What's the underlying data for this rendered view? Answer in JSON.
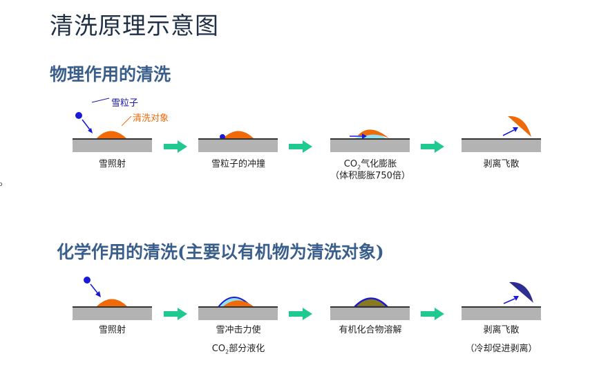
{
  "title": "清洗原理示意图",
  "section1": {
    "heading": "物理作用的清洗",
    "labels": {
      "particle": "雪粒子",
      "target": "清洗对象"
    },
    "steps": [
      {
        "caption": "雪照射"
      },
      {
        "caption": "雪粒子的冲撞"
      },
      {
        "caption_prefix": "CO",
        "caption_sub": "2",
        "caption_suffix": "气化膨胀",
        "caption2": "（体积膨胀750倍）"
      },
      {
        "caption": "剥离飞散"
      }
    ]
  },
  "section2": {
    "heading": "化学作用的清洗(主要以有机物为清洗对象)",
    "steps": [
      {
        "caption": "雪照射"
      },
      {
        "caption": "雪冲击力使",
        "caption2_prefix": "CO",
        "caption2_sub": "2",
        "caption2_suffix": "部分液化"
      },
      {
        "caption": "有机化合物溶解"
      },
      {
        "caption": "剥离飞散",
        "caption2": "（冷却促进剥离）"
      }
    ]
  },
  "colors": {
    "orange": "#f06a0a",
    "blue": "#1a1ad6",
    "green_arrow": "#1fc98f",
    "slab": "#b3b3b3",
    "olive": "#8a7a1e",
    "light_blue": "#8fe0f0",
    "label_blue": "#1a1aaa",
    "label_orange": "#f06a0a"
  }
}
